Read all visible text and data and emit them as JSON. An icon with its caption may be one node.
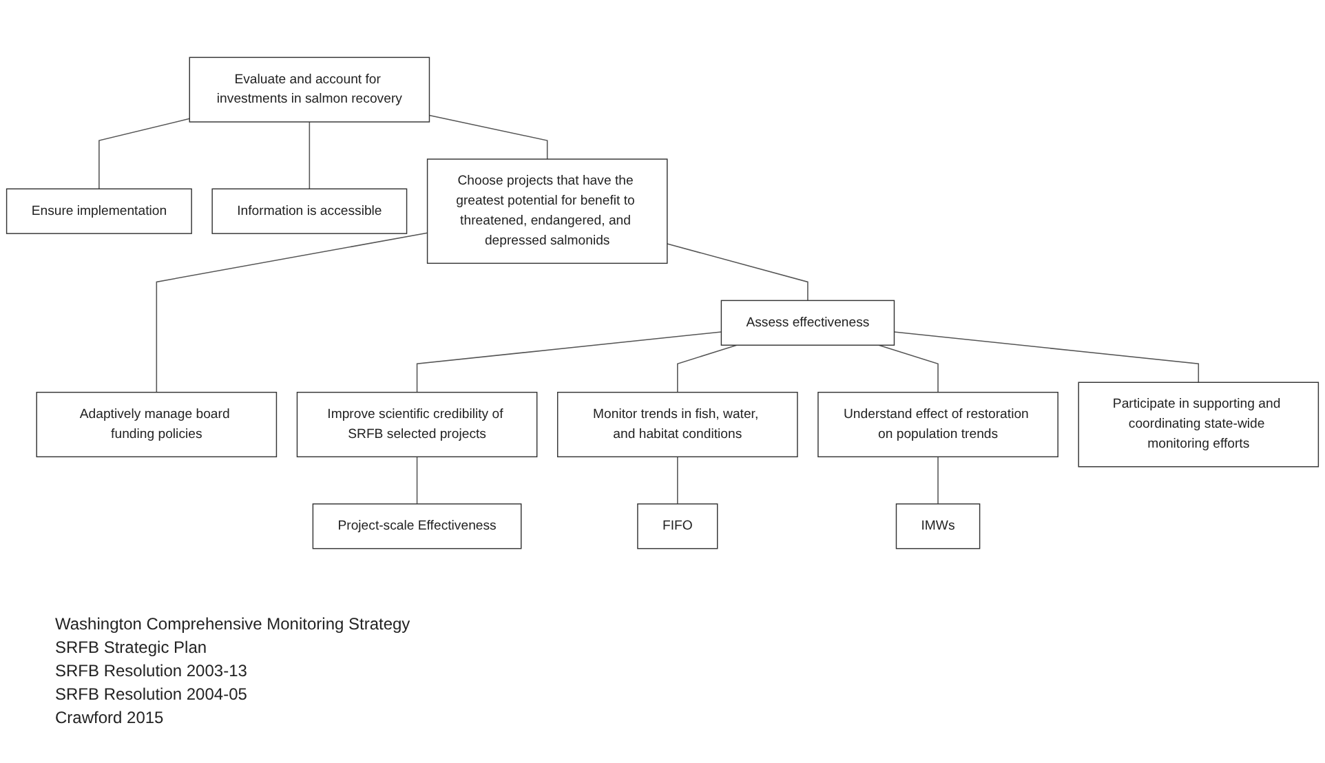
{
  "diagram": {
    "nodes": [
      {
        "text": [
          "Evaluate and account for investments in salmon recovery"
        ]
      },
      {
        "text": [
          "Ensure implementation"
        ]
      },
      {
        "text": [
          "Information is accessible"
        ]
      },
      {
        "text": [
          "Choose projects that have the greatest potential for benefit to threatened, endangered, and depressed salmonids"
        ]
      },
      {
        "text": [
          "Assess effectiveness"
        ]
      },
      {
        "text": [
          "Adaptively manage board funding policies"
        ]
      },
      {
        "text": [
          "Improve scientific credibility of SRFB selected projects"
        ]
      },
      {
        "text": [
          "Monitor trends in fish, water, and habitat conditions"
        ]
      },
      {
        "text": [
          "Understand effect of restoration on population trends"
        ]
      },
      {
        "text": [
          "Participate in supporting and coordinating state-wide monitoring efforts"
        ]
      },
      {
        "text": [
          "Project-scale Effectiveness"
        ]
      },
      {
        "text": [
          "FIFO"
        ]
      },
      {
        "text": [
          "IMWs"
        ]
      }
    ],
    "edges": [
      {
        "from": 0,
        "to": 1,
        "arrow": "none"
      },
      {
        "from": 0,
        "to": 2,
        "arrow": "none"
      },
      {
        "from": 0,
        "to": 3,
        "arrow": "none"
      },
      {
        "from": 3,
        "to": 4,
        "arrow": "none"
      },
      {
        "from": 3,
        "to": 5,
        "arrow": "none"
      },
      {
        "from": 4,
        "to": 6,
        "arrow": "none"
      },
      {
        "from": 4,
        "to": 7,
        "arrow": "none"
      },
      {
        "from": 4,
        "to": 8,
        "arrow": "none"
      },
      {
        "from": 4,
        "to": 9,
        "arrow": "none"
      },
      {
        "from": 6,
        "to": 10,
        "arrow": "none"
      },
      {
        "from": 7,
        "to": 11,
        "arrow": "none"
      },
      {
        "from": 8,
        "to": 12,
        "arrow": "none"
      }
    ],
    "labels": [
      "Washington Comprehensive Monitoring Strategy",
      "SRFB Strategic Plan",
      "SRFB Resolution 2003-13",
      "SRFB Resolution 2004-05",
      "Crawford 2015"
    ]
  }
}
